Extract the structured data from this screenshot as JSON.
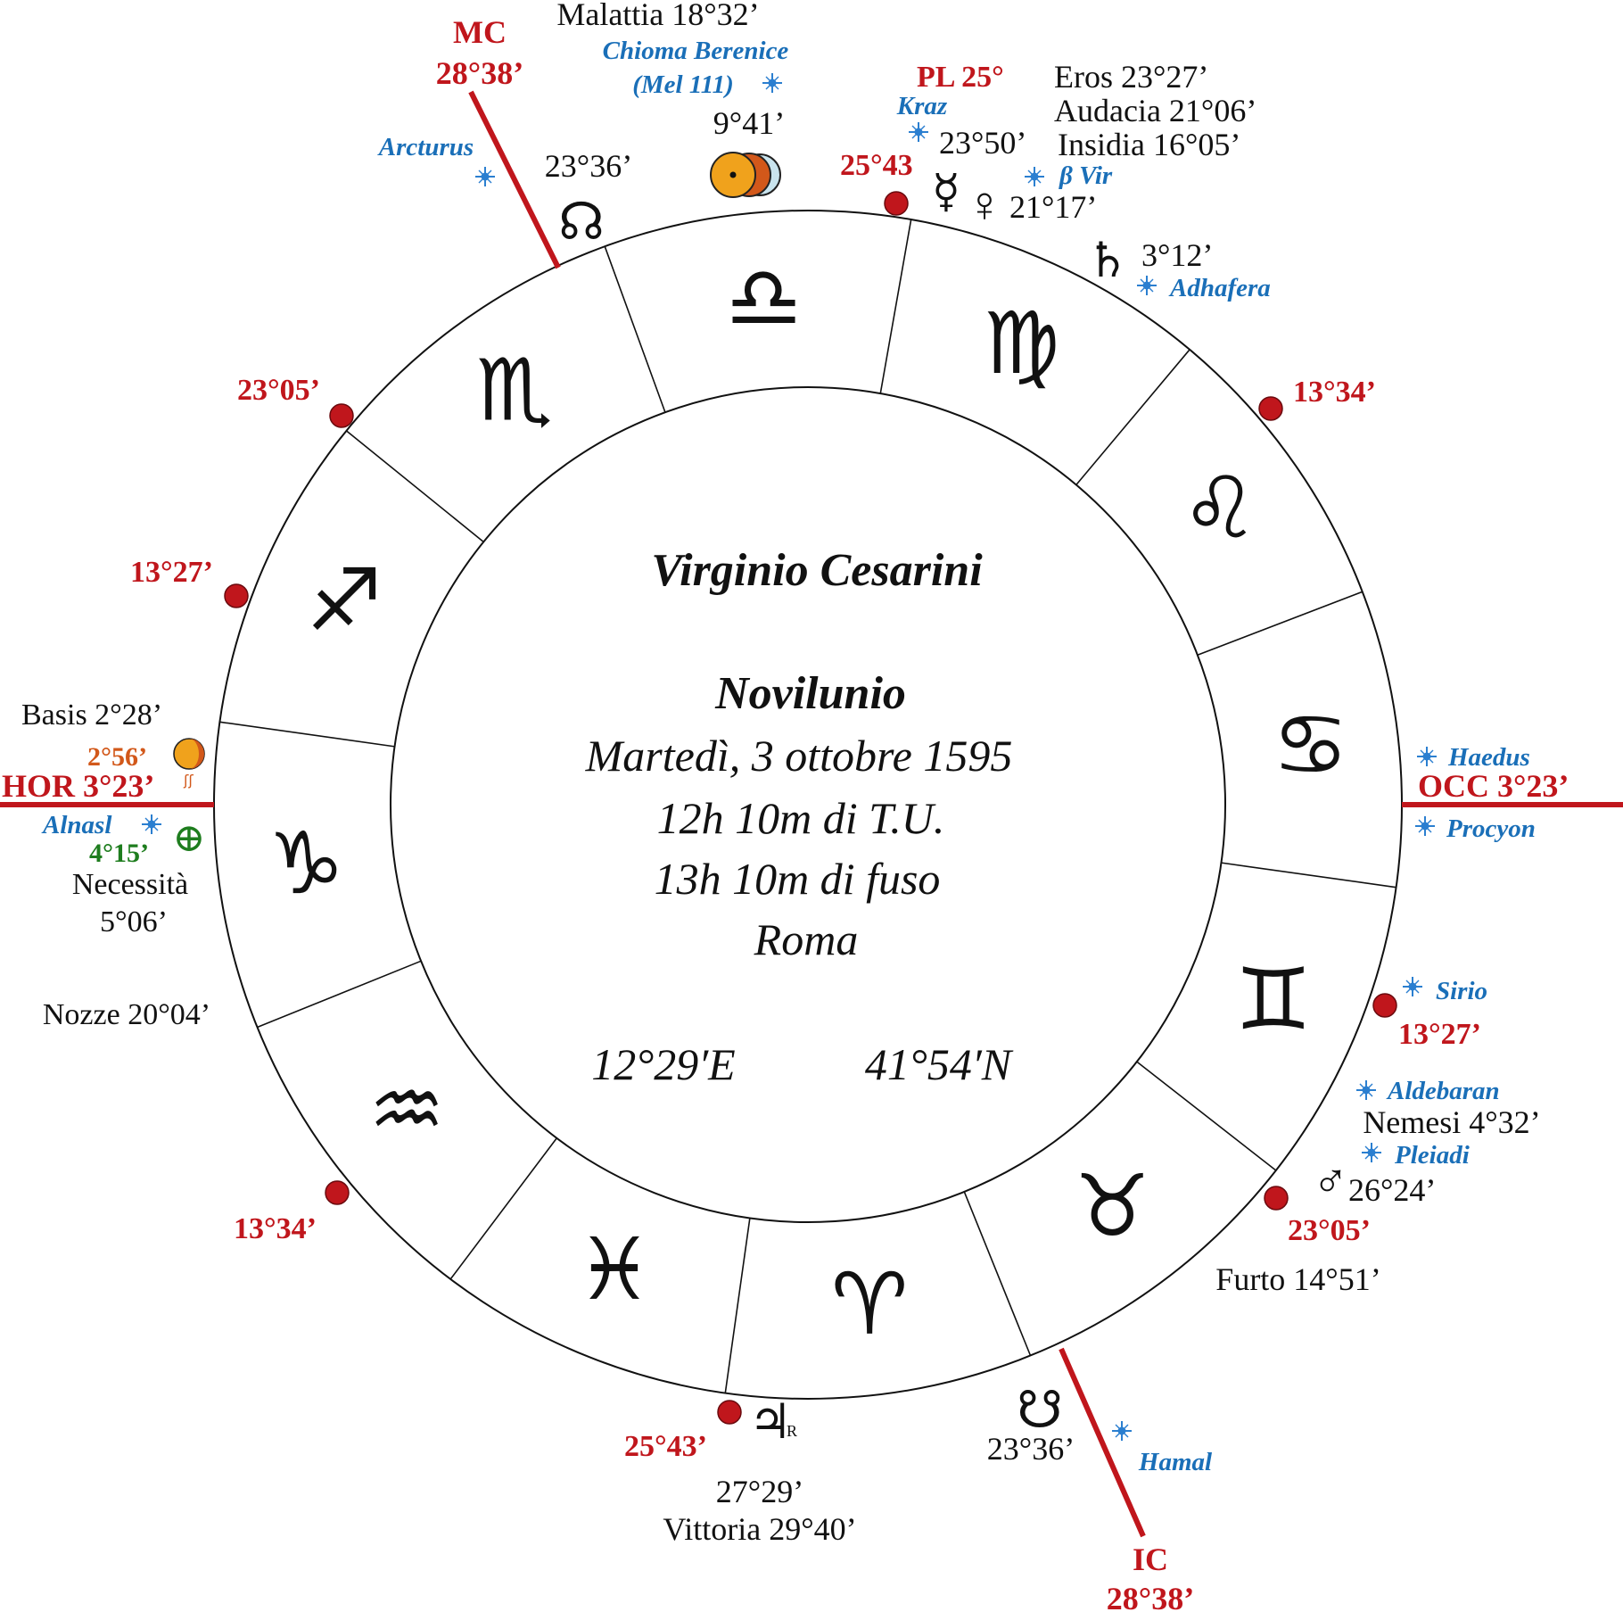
{
  "title": "Virginio Cesarini",
  "subtitle": "Novilunio",
  "date_line": "Martedì, 3 ottobre 1595",
  "time_ut": "12h 10m di T.U.",
  "time_local": "13h 10m di fuso",
  "place": "Roma",
  "longitude": "12°29′E",
  "latitude": "41°54′N",
  "colors": {
    "red": "#c0161c",
    "blue": "#1a6fb8",
    "black": "#111111",
    "green": "#1e7d1e",
    "orange": "#d2581a"
  },
  "signs": [
    {
      "name": "Libra",
      "glyph": "♎"
    },
    {
      "name": "Virgo",
      "glyph": "♍"
    },
    {
      "name": "Leo",
      "glyph": "♌"
    },
    {
      "name": "Cancer",
      "glyph": "♋"
    },
    {
      "name": "Gemini",
      "glyph": "♊"
    },
    {
      "name": "Taurus",
      "glyph": "♉"
    },
    {
      "name": "Aries",
      "glyph": "♈"
    },
    {
      "name": "Pisces",
      "glyph": "♓"
    },
    {
      "name": "Aquarius",
      "glyph": "♒"
    },
    {
      "name": "Capricorn",
      "glyph": "♑"
    },
    {
      "name": "Sagittarius",
      "glyph": "♐"
    },
    {
      "name": "Scorpio",
      "glyph": "♏"
    }
  ],
  "axes": {
    "mc": {
      "label": "MC",
      "degree": "28°38’"
    },
    "ic": {
      "label": "IC",
      "degree": "28°38’"
    },
    "hor": "HOR 3°23’",
    "occ": "OCC 3°23’"
  },
  "cusps": {
    "c1": "25°43",
    "c2": "13°34’",
    "c3": "13°27’",
    "c4": "23°05’",
    "c5": "13°34’",
    "c6": "25°43’",
    "c7": "23°05’",
    "c8": "13°27’"
  },
  "planets": {
    "node_north": {
      "glyph": "☊",
      "degree": "23°36’"
    },
    "node_south": {
      "glyph": "☋",
      "degree": "23°36’"
    },
    "sun_moon": {
      "glyph": "☉",
      "degree": "9°41’"
    },
    "mercury_venus": {
      "glyph_mercury": "☿",
      "glyph_venus": "♀",
      "degree_mercury": "23°50’",
      "degree_venus": "21°17’"
    },
    "saturn": {
      "glyph": "♄",
      "degree": "3°12’"
    },
    "mars": {
      "glyph": "♂",
      "degree": "26°24’"
    },
    "jupiter": {
      "glyph": "♃",
      "retro": "R",
      "degree": "27°29’"
    },
    "moon_hor": {
      "degree": "2°56’"
    },
    "earth": {
      "glyph": "⊕",
      "degree": "4°15’"
    },
    "pluto": "PL 25°"
  },
  "stars": {
    "chioma": "Chioma Berenice",
    "mel": "(Mel 111)",
    "arcturus": "Arcturus",
    "kraz": "Kraz",
    "beta_vir": "β Vir",
    "adhafera": "Adhafera",
    "haedus": "Haedus",
    "procyon": "Procyon",
    "sirio": "Sirio",
    "aldebaran": "Aldebaran",
    "pleiadi": "Pleiadi",
    "hamal": "Hamal",
    "alnasl": "Alnasl"
  },
  "parts": {
    "malattia": "Malattia 18°32’",
    "eros": "Eros 23°27’",
    "audacia": "Audacia 21°06’",
    "insidia": "Insidia 16°05’",
    "basis": "Basis  2°28’",
    "necessita": "Necessità",
    "necessita_deg": "5°06’",
    "nozze": "Nozze 20°04’",
    "nemesi": "Nemesi 4°32’",
    "furto": "Furto 14°51’",
    "vittoria": "Vittoria 29°40’"
  }
}
